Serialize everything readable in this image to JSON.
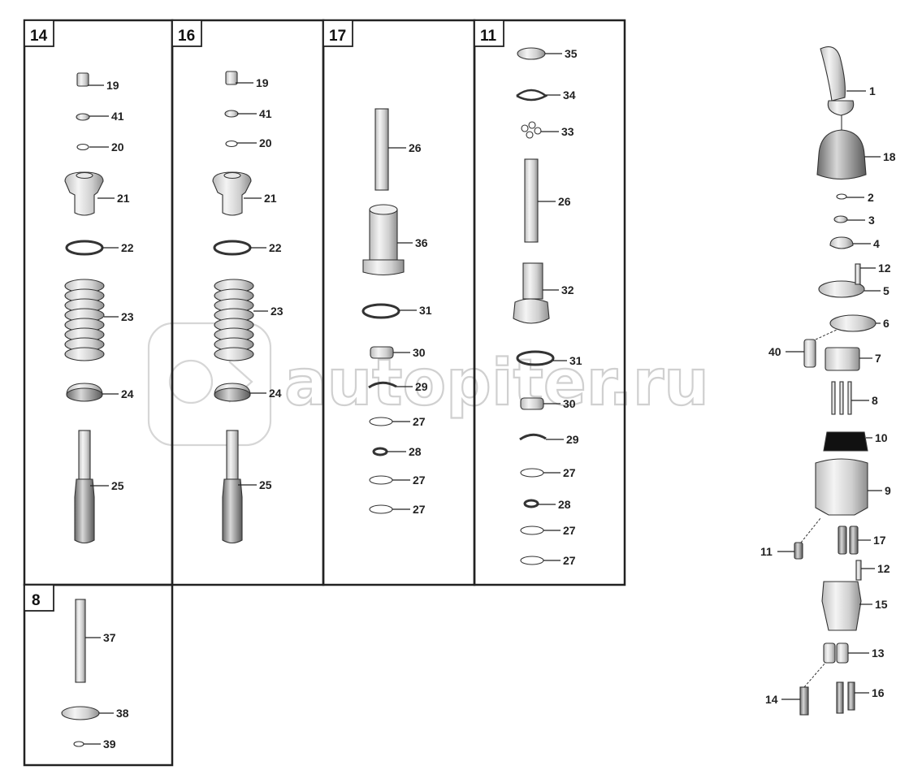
{
  "watermark": "autopiter.ru",
  "panels": [
    {
      "id": "p14",
      "title": "14"
    },
    {
      "id": "p16",
      "title": "16"
    },
    {
      "id": "p17",
      "title": "17"
    },
    {
      "id": "p11",
      "title": "11"
    },
    {
      "id": "p8",
      "title": "8"
    }
  ],
  "labels": {
    "p14": [
      "19",
      "41",
      "20",
      "21",
      "22",
      "23",
      "24",
      "25"
    ],
    "p16": [
      "19",
      "41",
      "20",
      "21",
      "22",
      "23",
      "24",
      "25"
    ],
    "p17": [
      "26",
      "36",
      "31",
      "30",
      "29",
      "27",
      "28",
      "27",
      "27"
    ],
    "p11": [
      "35",
      "34",
      "33",
      "26",
      "32",
      "31",
      "30",
      "29",
      "27",
      "28",
      "27",
      "27"
    ],
    "p8": [
      "37",
      "38",
      "39"
    ],
    "main": [
      "1",
      "18",
      "2",
      "3",
      "4",
      "12",
      "5",
      "6",
      "40",
      "7",
      "8",
      "10",
      "9",
      "11",
      "17",
      "12",
      "15",
      "13",
      "14",
      "16"
    ]
  }
}
